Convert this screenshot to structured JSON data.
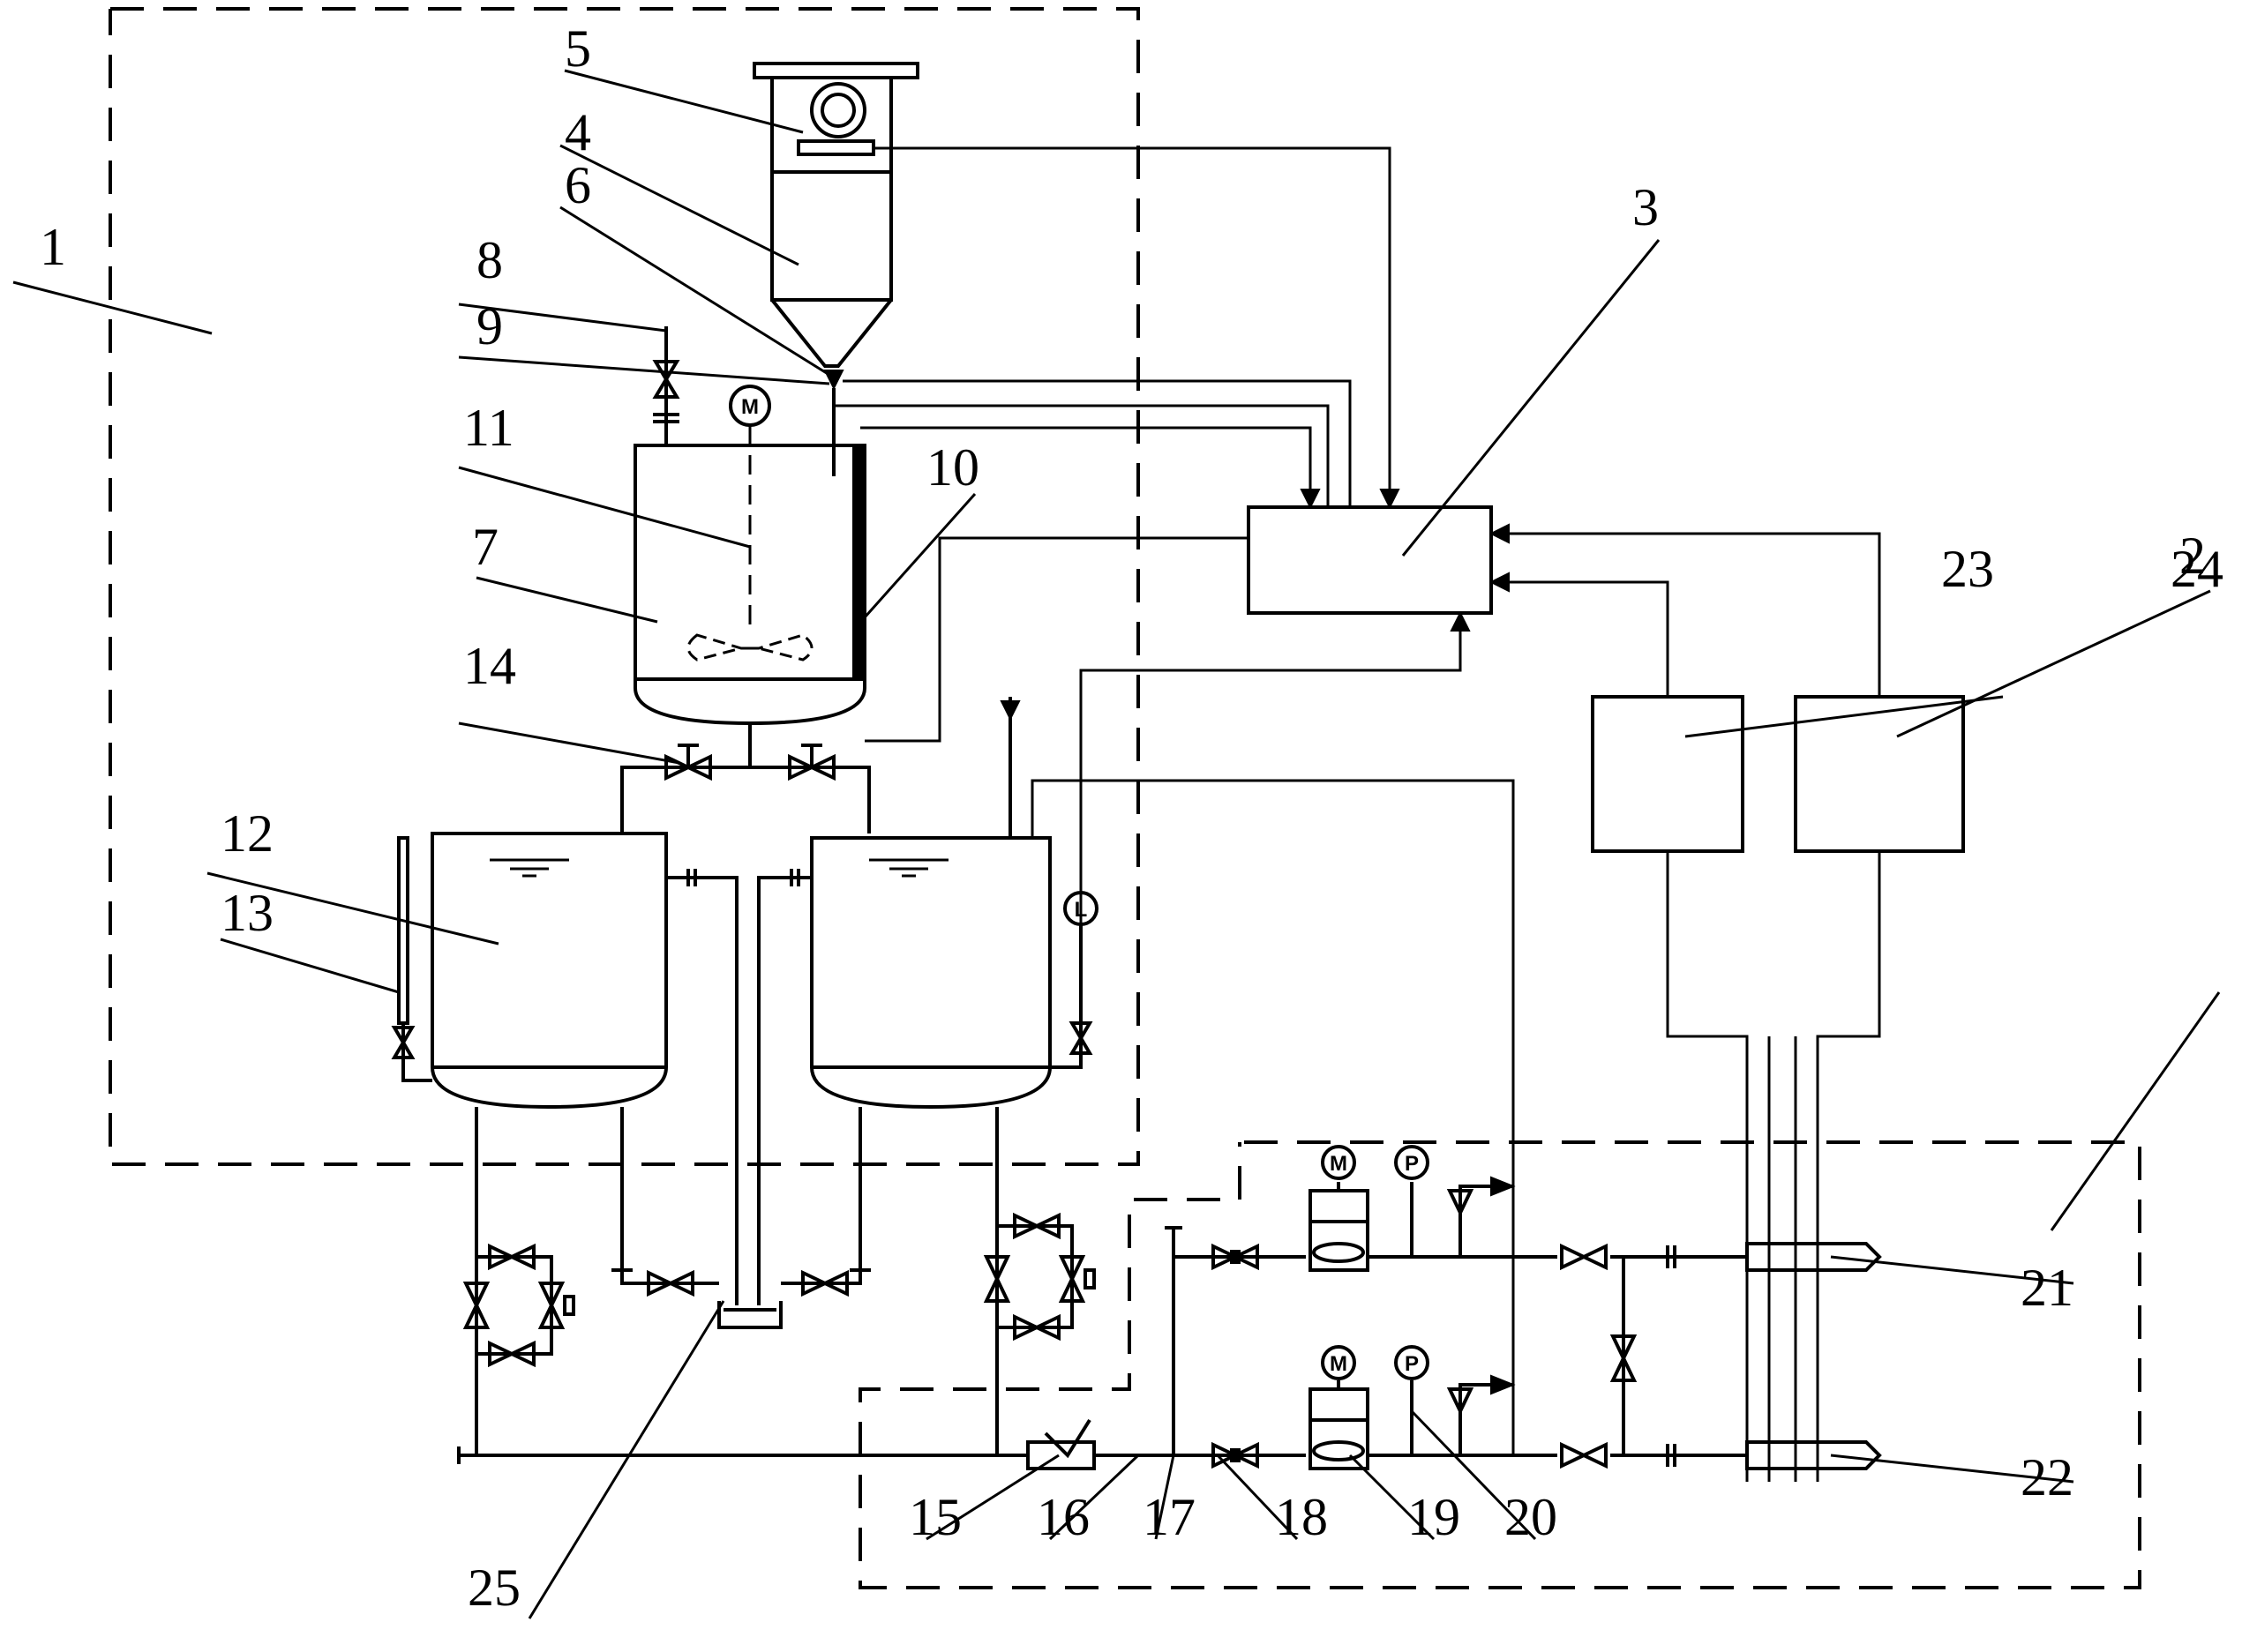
{
  "labels": {
    "n1": "1",
    "n2": "2",
    "n3": "3",
    "n4": "4",
    "n5": "5",
    "n6": "6",
    "n7": "7",
    "n8": "8",
    "n9": "9",
    "n10": "10",
    "n11": "11",
    "n12": "12",
    "n13": "13",
    "n14": "14",
    "n15": "15",
    "n16": "16",
    "n17": "17",
    "n18": "18",
    "n19": "19",
    "n20": "20",
    "n21": "21",
    "n22": "22",
    "n23": "23",
    "n24": "24",
    "n25": "25"
  },
  "symbols": {
    "motor": "M",
    "pressure": "P",
    "level": "L"
  }
}
